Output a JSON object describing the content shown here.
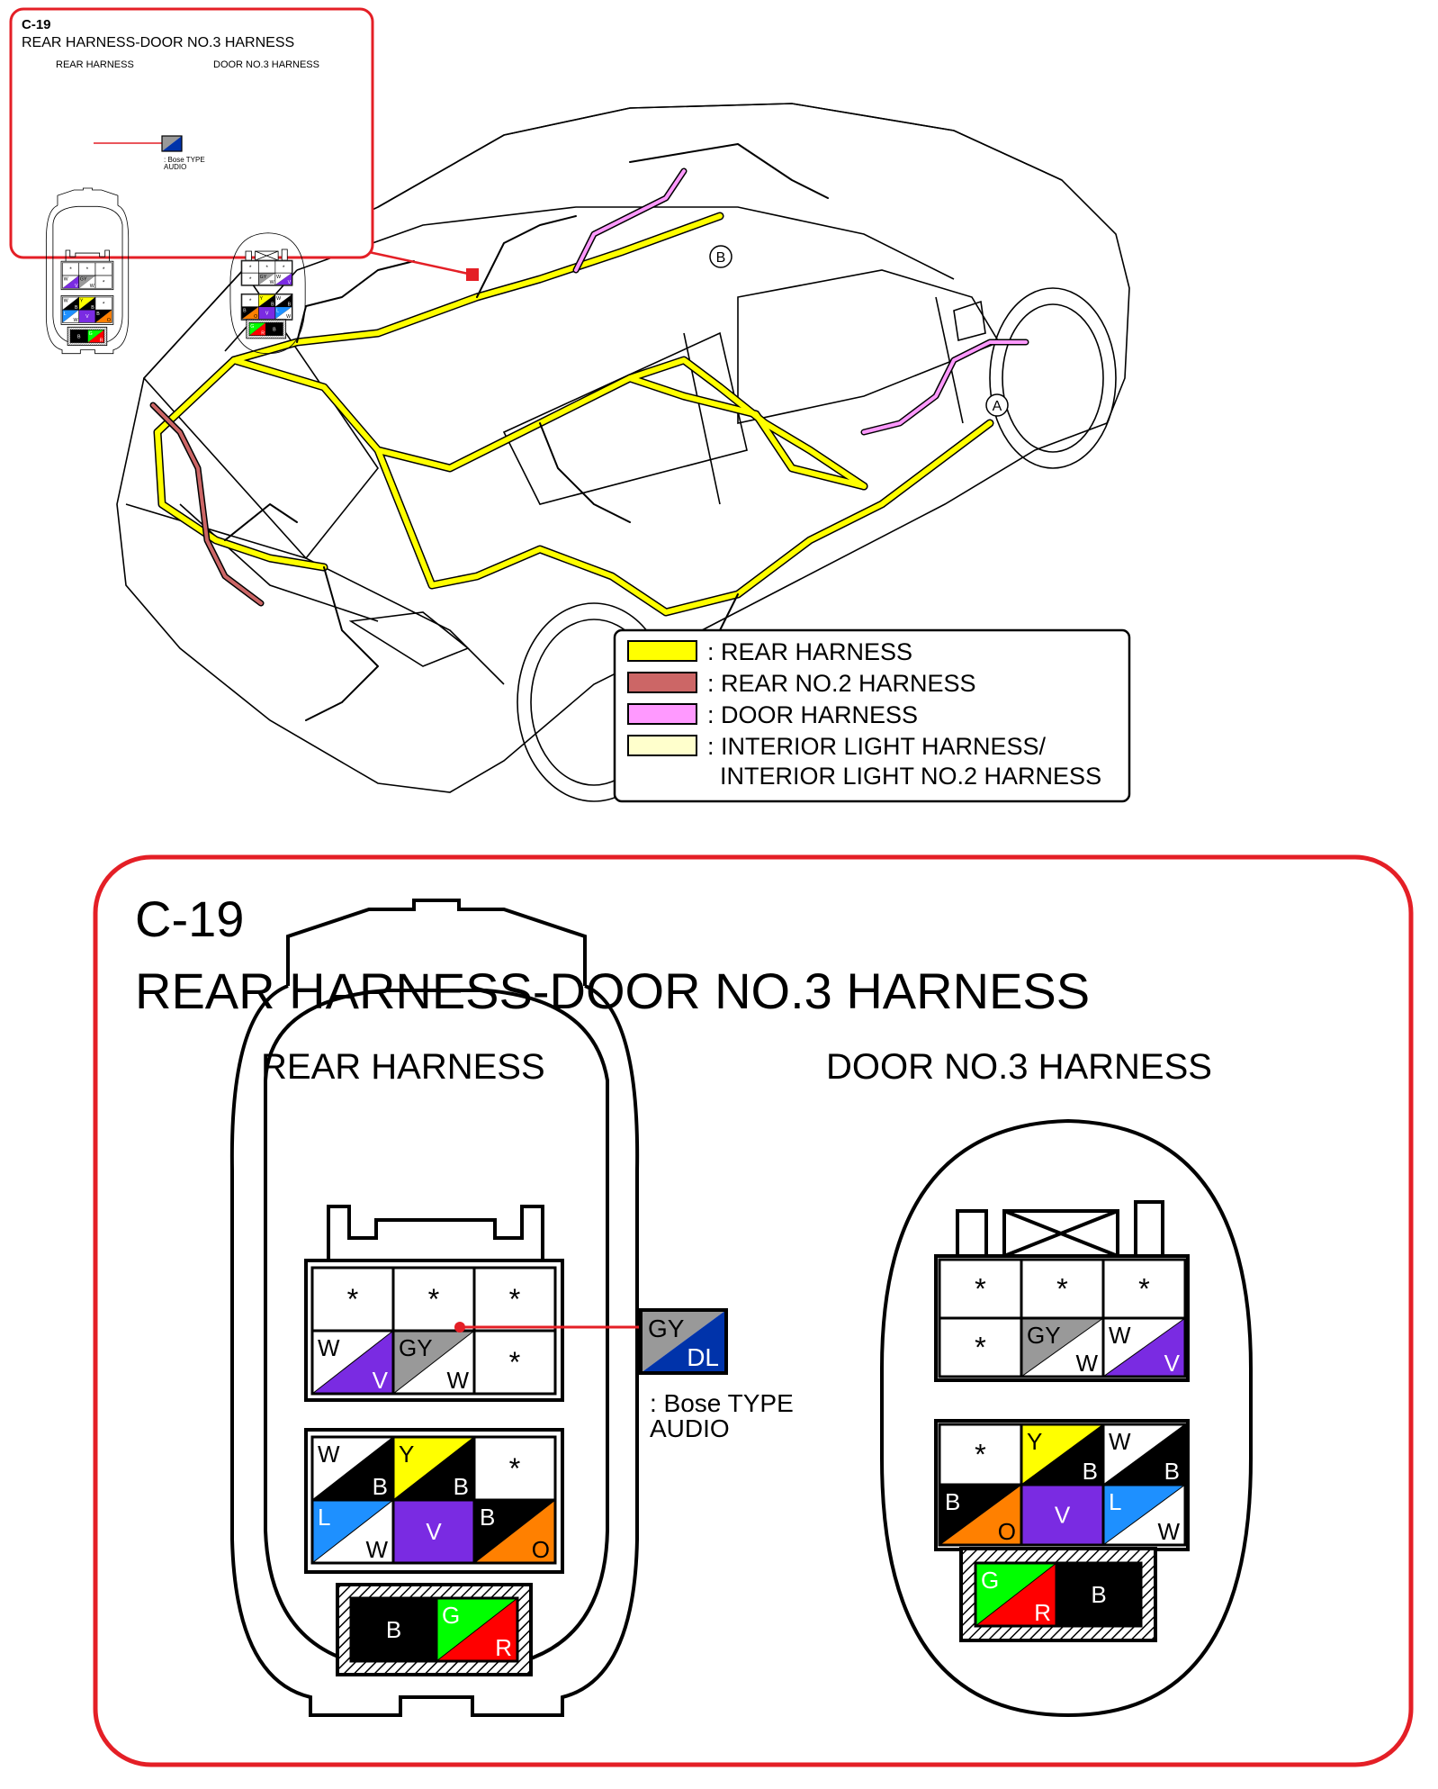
{
  "connector": {
    "id": "C-19",
    "title": "REAR HARNESS-DOOR NO.3 HARNESS",
    "left_label": "REAR HARNESS",
    "right_label": "DOOR NO.3 HARNESS"
  },
  "bose_note": {
    "line1": ": Bose TYPE",
    "line2": "AUDIO",
    "wire": {
      "top": "GY",
      "bottom": "DL"
    }
  },
  "legend": [
    {
      "color": "#ffff00",
      "label": ": REAR HARNESS"
    },
    {
      "color": "#cc6666",
      "label": ": REAR NO.2 HARNESS"
    },
    {
      "color": "#ff99ff",
      "label": ": DOOR HARNESS"
    },
    {
      "color": "#ffffcc",
      "label": ": INTERIOR LIGHT HARNESS/",
      "label2": "INTERIOR LIGHT NO.2 HARNESS"
    }
  ],
  "markers": {
    "a": "A",
    "b": "B"
  },
  "colors": {
    "frame": "#e41f26",
    "W": "#ffffff",
    "V": "#7a2be2",
    "GY": "#999999",
    "B": "#000000",
    "Y": "#ffff00",
    "L": "#1e90ff",
    "O": "#ff8000",
    "G": "#00ff00",
    "R": "#ff0000",
    "DL": "#0033aa",
    "rear_harness": "#ffff00",
    "rear_no2": "#cc6666",
    "door_harness": "#ff99ff",
    "interior_light": "#ffffcc"
  },
  "rear_harness_pins": {
    "top_block": [
      [
        "*",
        "*",
        "*"
      ],
      [
        {
          "a": "W",
          "b": "V"
        },
        {
          "a": "GY",
          "b": "W"
        },
        "*"
      ]
    ],
    "mid_block": [
      [
        {
          "a": "W",
          "b": "B"
        },
        {
          "a": "Y",
          "b": "B"
        },
        "*"
      ],
      [
        {
          "a": "L",
          "b": "W"
        },
        {
          "a": "V",
          "b": "V",
          "solid": true
        },
        {
          "a": "B",
          "b": "O"
        }
      ]
    ],
    "bottom_block": [
      {
        "a": "B",
        "b": "B",
        "solid": true
      },
      {
        "a": "G",
        "b": "R"
      }
    ]
  },
  "door_harness_pins": {
    "top_block": [
      [
        "*",
        "*",
        "*"
      ],
      [
        "*",
        {
          "a": "GY",
          "b": "W"
        },
        {
          "a": "W",
          "b": "V"
        }
      ]
    ],
    "mid_block": [
      [
        "*",
        {
          "a": "Y",
          "b": "B"
        },
        {
          "a": "W",
          "b": "B"
        }
      ],
      [
        {
          "a": "B",
          "b": "O"
        },
        {
          "a": "V",
          "b": "V",
          "solid": true
        },
        {
          "a": "L",
          "b": "W"
        }
      ]
    ],
    "bottom_block": [
      {
        "a": "G",
        "b": "R"
      },
      {
        "a": "B",
        "b": "B",
        "solid": true
      }
    ]
  }
}
